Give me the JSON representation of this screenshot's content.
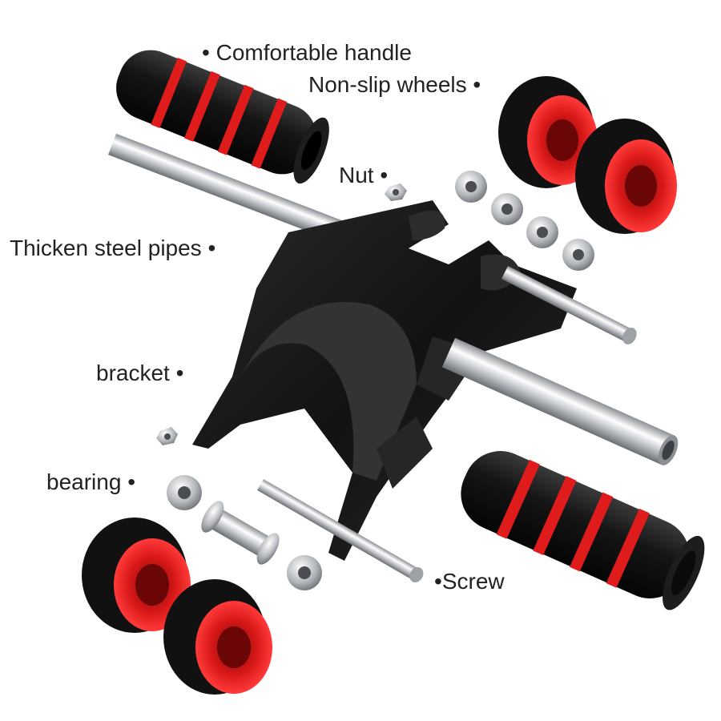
{
  "labels": {
    "handle": "Comfortable handle",
    "wheels": "Non-slip wheels",
    "nut": "Nut",
    "pipes": "Thicken steel pipes",
    "bracket": "bracket",
    "bearing": "bearing",
    "screw": "Screw"
  },
  "colors": {
    "foam": "#151515",
    "accent": "#e01b1b",
    "steel": "#cfd2d6",
    "bracket": "#1b1b1b",
    "text": "#222222"
  }
}
